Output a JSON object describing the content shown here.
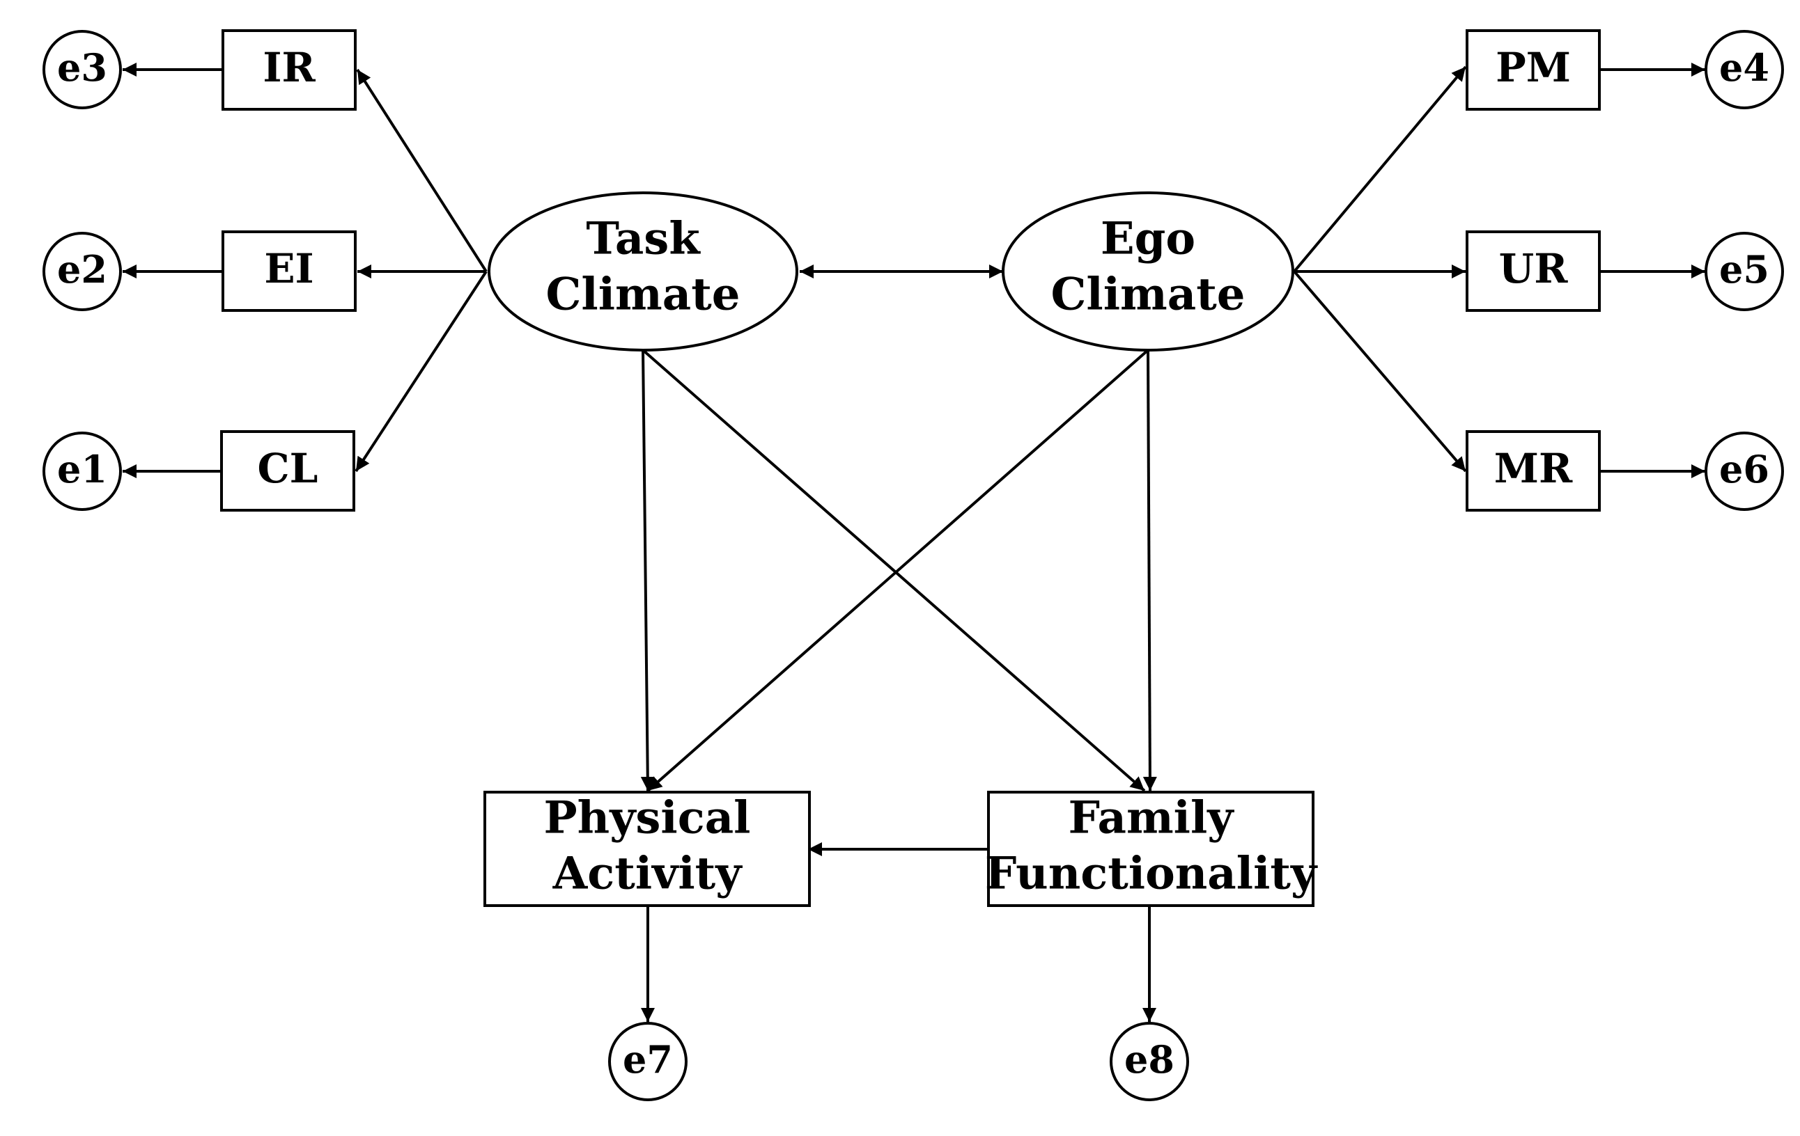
{
  "latent": {
    "task": [
      "Task",
      "Climate"
    ],
    "ego": [
      "Ego",
      "Climate"
    ]
  },
  "indicators": {
    "ir": "IR",
    "ei": "EI",
    "cl": "CL",
    "pm": "PM",
    "ur": "UR",
    "mr": "MR"
  },
  "outcomes": {
    "physical": [
      "Physical",
      "Activity"
    ],
    "family": [
      "Family",
      "Functionality"
    ]
  },
  "errors": {
    "e1": "e1",
    "e2": "e2",
    "e3": "e3",
    "e4": "e4",
    "e5": "e5",
    "e6": "e6",
    "e7": "e7",
    "e8": "e8"
  }
}
